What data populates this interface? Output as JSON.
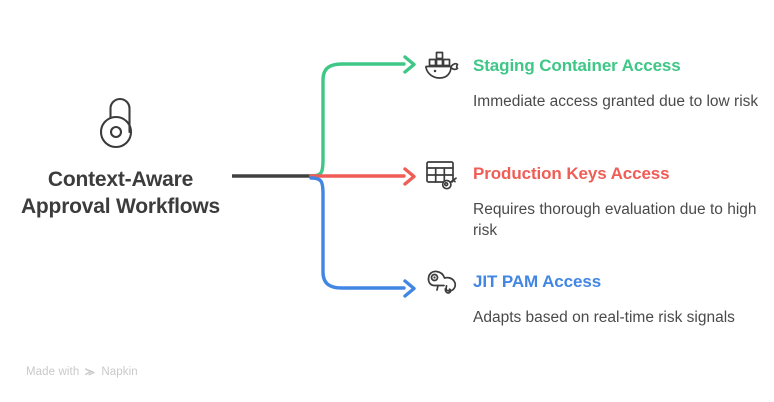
{
  "root": {
    "icon": "open-padlock-icon",
    "title": "Context-Aware Approval Workflows"
  },
  "colors": {
    "green": "#3ec786",
    "red": "#ef5d56",
    "blue": "#4286e4",
    "trunk": "#404040",
    "heading_dark": "#3c3c3c",
    "body_text": "#4a4a4a",
    "watermark": "#c9c9c9"
  },
  "branches": [
    {
      "icon": "docker-whale-icon",
      "title": "Staging Container Access",
      "description": "Immediate access granted due to low risk",
      "color": "#3ec786"
    },
    {
      "icon": "database-key-icon",
      "title": "Production Keys Access",
      "description": "Requires thorough evaluation due to high risk",
      "color": "#ef5d56"
    },
    {
      "icon": "chameleon-icon",
      "title": "JIT PAM Access",
      "description": "Adapts based on real-time risk signals",
      "color": "#4286e4"
    }
  ],
  "watermark": {
    "prefix": "Made with",
    "brand": "Napkin",
    "icon": "napkin-logo-icon"
  }
}
